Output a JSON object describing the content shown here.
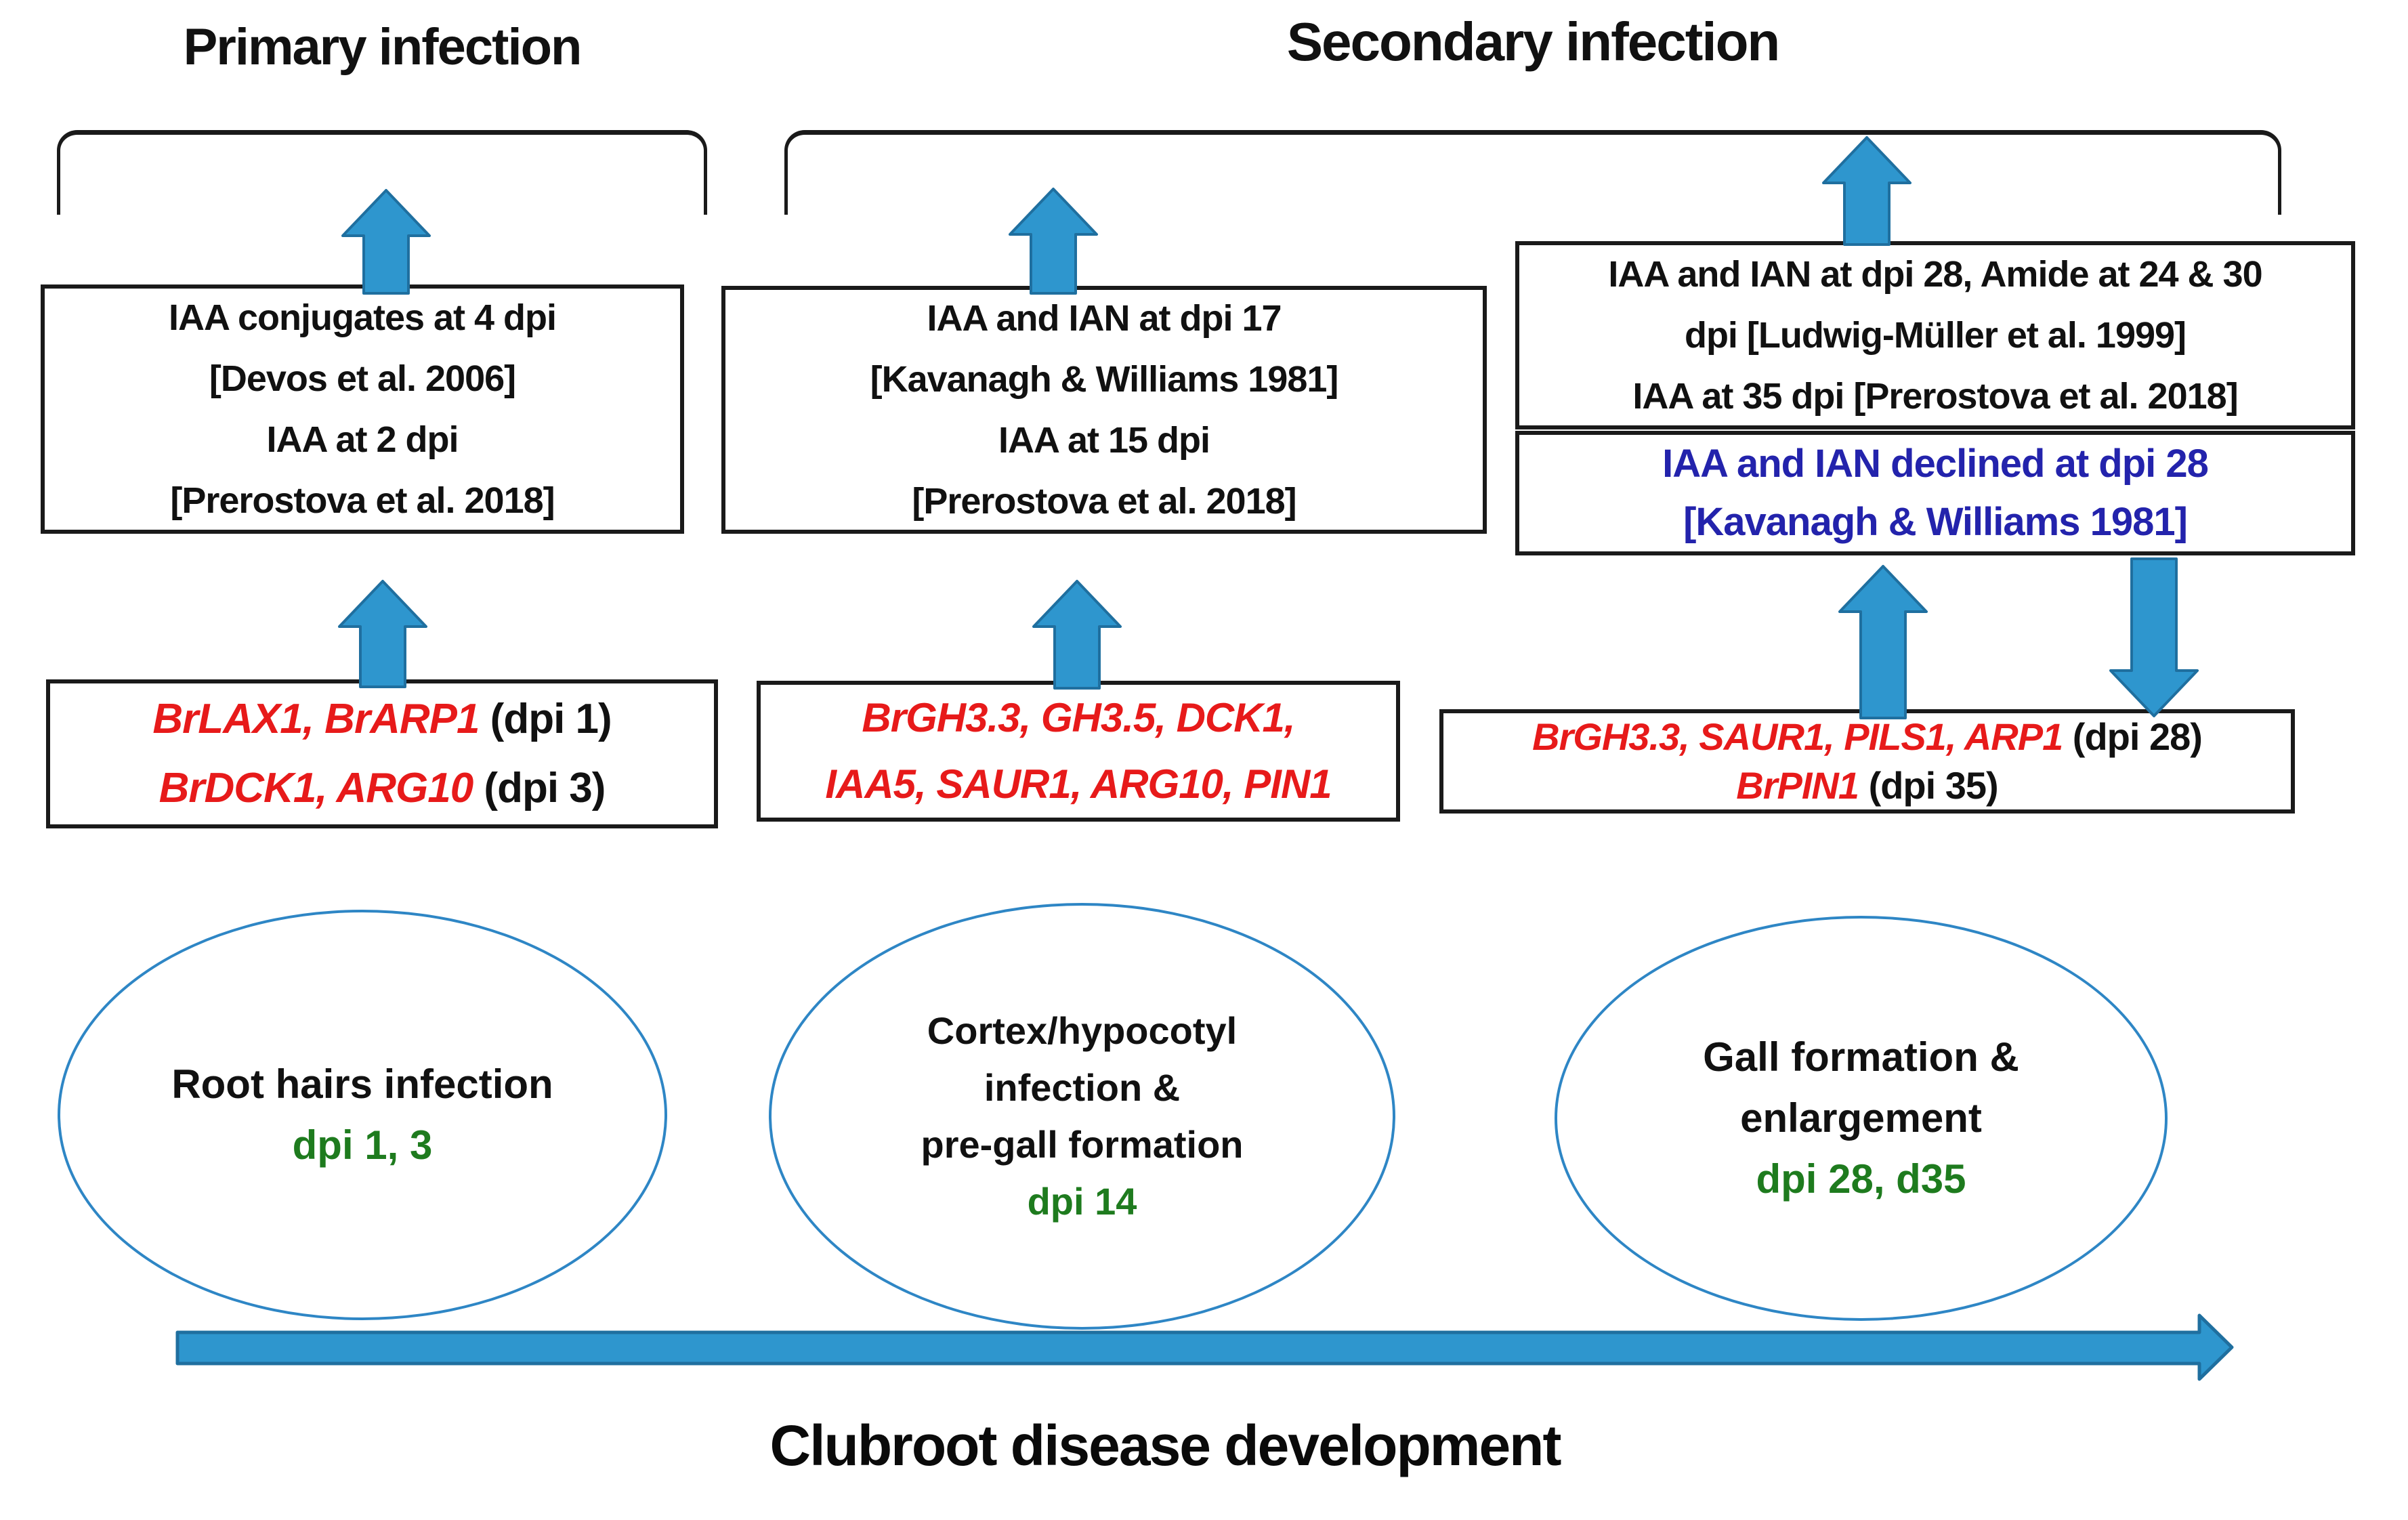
{
  "colors": {
    "arrow-fill": "#2E96CE",
    "arrow-stroke": "#1F6F9F",
    "gene-red": "#E71A1A",
    "dpi-green": "#1E7B1E",
    "note-navy": "#2323AC",
    "ellipse-blue": "#2E86C5",
    "box-border": "#1A1A1A"
  },
  "header": {
    "primary_title": "Primary infection",
    "secondary_title": "Secondary infection"
  },
  "primary": {
    "hormone_box": {
      "lines": [
        "IAA conjugates at 4 dpi",
        "[Devos et al. 2006]",
        "IAA at 2 dpi",
        "[Prerostova et al. 2018]"
      ]
    },
    "gene_box": {
      "lines": [
        [
          [
            "BrLAX1, BrARP1",
            "gene"
          ],
          [
            " (dpi 1)",
            "plain"
          ]
        ],
        [
          [
            "BrDCK1, ARG10",
            "gene"
          ],
          [
            " (dpi 3)",
            "plain"
          ]
        ]
      ]
    },
    "stage": {
      "lines": [
        "Root hairs infection"
      ],
      "dpi": "dpi 1, 3"
    }
  },
  "secondary_mid": {
    "hormone_box": {
      "lines": [
        "IAA and IAN at dpi 17",
        "[Kavanagh & Williams 1981]",
        "IAA at 15 dpi",
        "[Prerostova et al. 2018]"
      ]
    },
    "gene_box": {
      "lines": [
        [
          [
            "BrGH3.3, GH3.5, DCK1,",
            "gene"
          ]
        ],
        [
          [
            "IAA5, SAUR1, ARG10, PIN1",
            "gene"
          ]
        ]
      ]
    },
    "stage": {
      "lines": [
        "Cortex/hypocotyl",
        "infection &",
        "pre-gall formation"
      ],
      "dpi": "dpi 14"
    }
  },
  "secondary_late": {
    "hormone_box": {
      "lines": [
        "IAA and IAN at dpi 28, Amide at 24 & 30",
        "dpi [Ludwig-Müller et al. 1999]",
        "IAA at 35 dpi [Prerostova et al. 2018]"
      ]
    },
    "decline_box": {
      "lines": [
        "IAA and IAN declined at dpi 28",
        "[Kavanagh & Williams 1981]"
      ]
    },
    "gene_box": {
      "lines": [
        [
          [
            "BrGH3.3, SAUR1, PILS1, ARP1",
            "gene"
          ],
          [
            " (dpi 28)",
            "plain"
          ]
        ],
        [
          [
            "BrPIN1",
            "gene"
          ],
          [
            " (dpi 35)",
            "plain"
          ]
        ]
      ]
    },
    "stage": {
      "lines": [
        "Gall formation &",
        "enlargement"
      ],
      "dpi": "dpi 28, d35"
    }
  },
  "timeline": {
    "label": "Clubroot disease development"
  }
}
